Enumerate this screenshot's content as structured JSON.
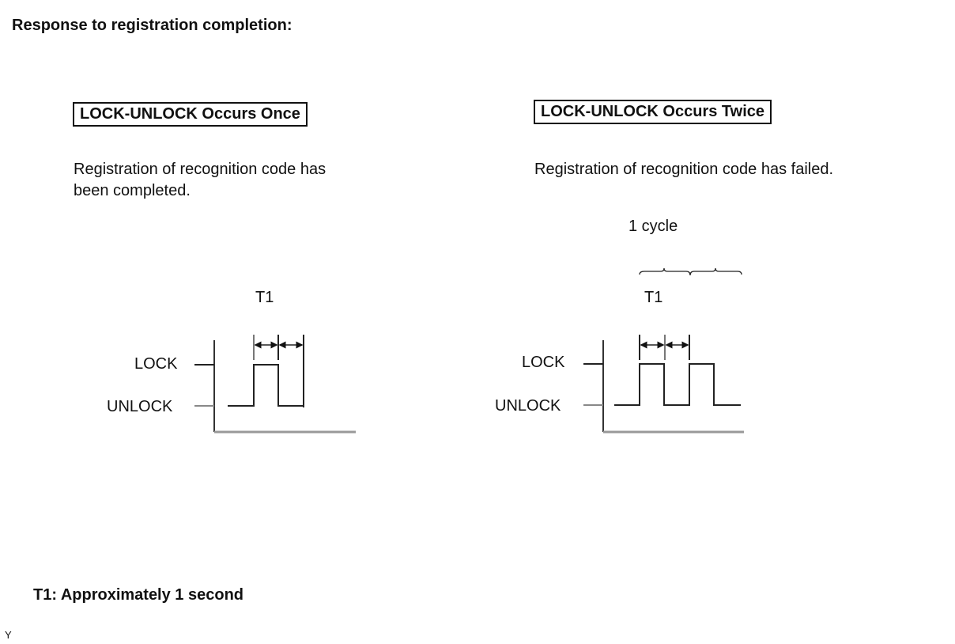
{
  "title": "Response to registration completion:",
  "left": {
    "heading": "LOCK-UNLOCK Occurs Once",
    "description_line1": "Registration of recognition code has",
    "description_line2": "been completed.",
    "t_label": "T1",
    "lock_label": "LOCK",
    "unlock_label": "UNLOCK",
    "pulses": 1
  },
  "right": {
    "heading": "LOCK-UNLOCK Occurs Twice",
    "description": "Registration of recognition code has failed.",
    "cycle_label": "1 cycle",
    "t_label": "T1",
    "lock_label": "LOCK",
    "unlock_label": "UNLOCK",
    "pulses": 2
  },
  "footnote": "T1: Approximately 1 second",
  "corner_mark": "Y"
}
